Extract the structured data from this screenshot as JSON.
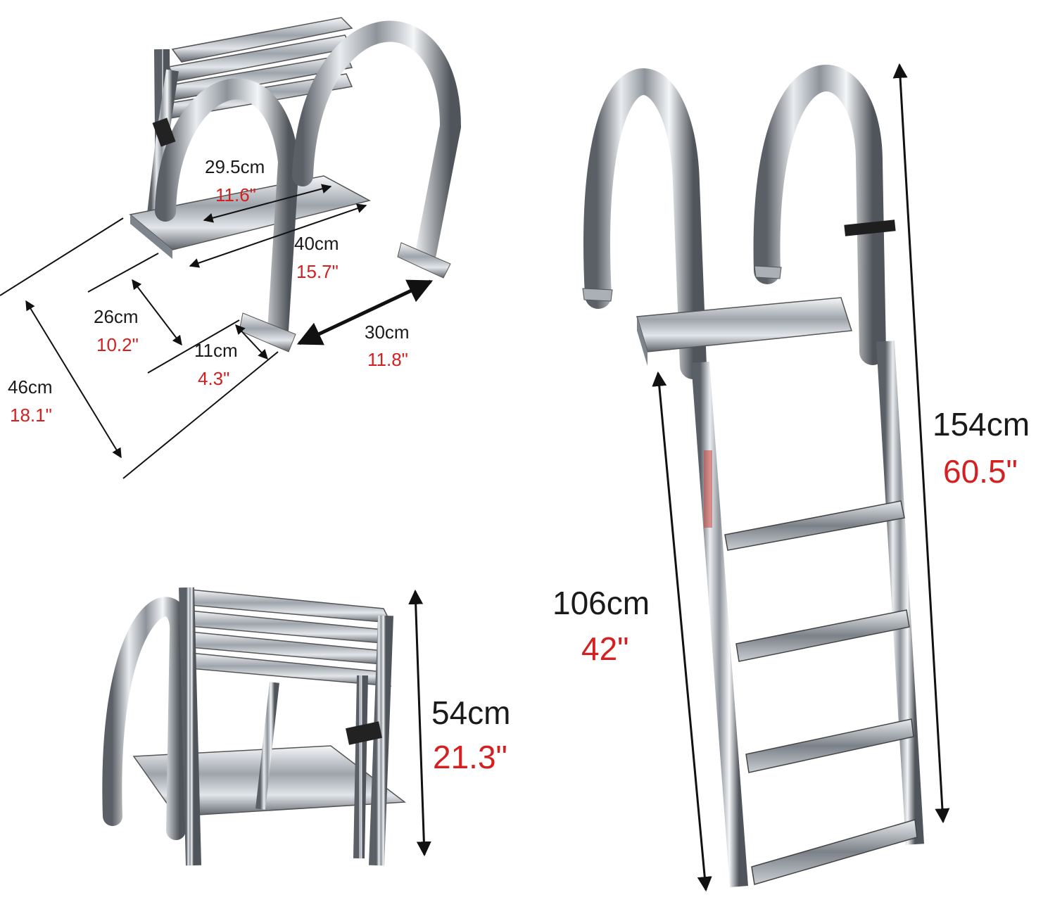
{
  "colors": {
    "metric": "#1a1a1a",
    "imperial": "#d42020",
    "steel": "#b9bec4"
  },
  "top_view": {
    "width_inner": {
      "cm": "29.5cm",
      "inch": "11.6\""
    },
    "width_outer": {
      "cm": "40cm",
      "inch": "15.7\""
    },
    "depth": {
      "cm": "26cm",
      "inch": "10.2\""
    },
    "foot_offset": {
      "cm": "11cm",
      "inch": "4.3\""
    },
    "handle_spacing": {
      "cm": "30cm",
      "inch": "11.8\""
    },
    "overall_depth": {
      "cm": "46cm",
      "inch": "18.1\""
    }
  },
  "folded_view": {
    "height": {
      "cm": "54cm",
      "inch": "21.3\""
    }
  },
  "extended_view": {
    "ladder_length": {
      "cm": "106cm",
      "inch": "42\""
    },
    "total_length": {
      "cm": "154cm",
      "inch": "60.5\""
    }
  }
}
